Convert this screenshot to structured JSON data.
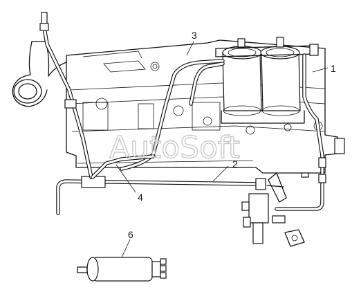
{
  "callouts": {
    "c1": "1",
    "c2": "2",
    "c3": "3",
    "c4": "4",
    "c5": "6"
  },
  "watermark": "AutoSoft"
}
